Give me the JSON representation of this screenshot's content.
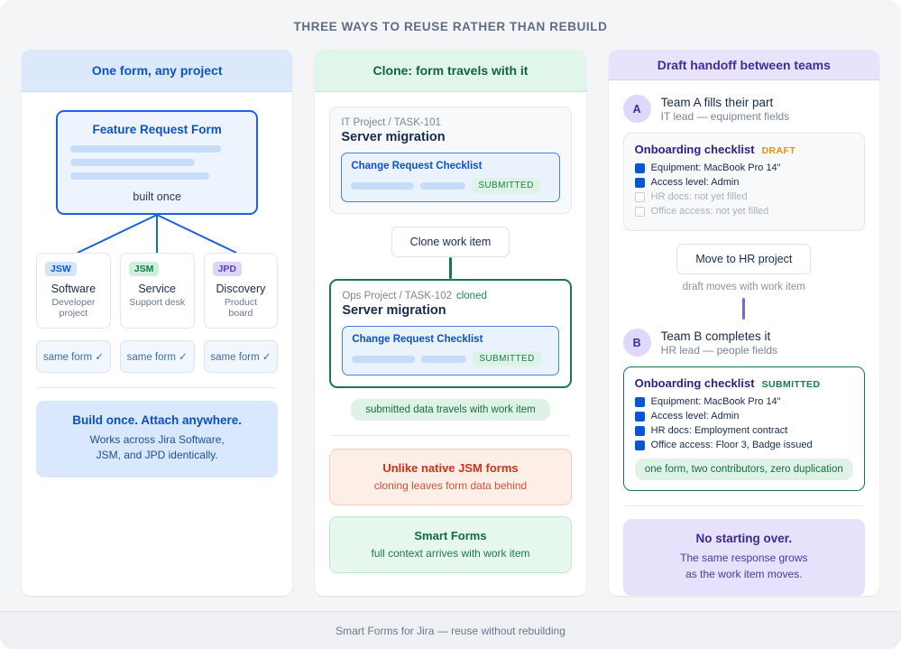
{
  "heading": "THREE WAYS TO REUSE RATHER THAN REBUILD",
  "footer": "Smart Forms for Jira — reuse without rebuilding",
  "columns": {
    "one": {
      "header": "One form, any project",
      "form": {
        "title": "Feature Request Form",
        "caption": "built once"
      },
      "projects": [
        {
          "tag": "JSW",
          "name": "Software",
          "desc": "Developer project"
        },
        {
          "tag": "JSM",
          "name": "Service",
          "desc": "Support desk"
        },
        {
          "tag": "JPD",
          "name": "Discovery",
          "desc": "Product board"
        }
      ],
      "same_form_chips": [
        "same form ✓",
        "same form ✓",
        "same form ✓"
      ],
      "summary": {
        "title": "Build once. Attach anywhere.",
        "line1": "Works across Jira Software,",
        "line2": "JSM, and JPD identically."
      }
    },
    "two": {
      "header": "Clone: form travels with it",
      "source": {
        "meta": "IT Project / TASK-101",
        "title": "Server migration",
        "form_title": "Change Request Checklist",
        "status": "SUBMITTED"
      },
      "step": "Clone work item",
      "clone": {
        "meta": "Ops Project / TASK-102",
        "flag": "cloned",
        "title": "Server migration",
        "form_title": "Change Request Checklist",
        "status": "SUBMITTED"
      },
      "note": "submitted data travels with work item",
      "callouts": [
        {
          "title": "Unlike native JSM forms",
          "body": "cloning leaves form data behind",
          "tone": "red"
        },
        {
          "title": "Smart Forms",
          "body": "full context arrives with work item",
          "tone": "green"
        }
      ]
    },
    "three": {
      "header": "Draft handoff between teams",
      "team_a": {
        "initial": "A",
        "name": "Team A fills their part",
        "role": "IT lead — equipment fields"
      },
      "draft_card": {
        "title": "Onboarding checklist",
        "status": "DRAFT",
        "items": [
          {
            "text": "Equipment: MacBook Pro 14\"",
            "checked": true
          },
          {
            "text": "Access level: Admin",
            "checked": true
          },
          {
            "text": "HR docs: not yet filled",
            "checked": false
          },
          {
            "text": "Office access: not yet filled",
            "checked": false
          }
        ]
      },
      "step": "Move to HR project",
      "hint": "draft moves with work item",
      "team_b": {
        "initial": "B",
        "name": "Team B completes it",
        "role": "HR lead — people fields"
      },
      "done_card": {
        "title": "Onboarding checklist",
        "status": "SUBMITTED",
        "items": [
          {
            "text": "Equipment: MacBook Pro 14\"",
            "checked": true
          },
          {
            "text": "Access level: Admin",
            "checked": true
          },
          {
            "text": "HR docs: Employment contract",
            "checked": true
          },
          {
            "text": "Office access: Floor 3, Badge issued",
            "checked": true
          }
        ],
        "note": "one form, two contributors, zero duplication"
      },
      "summary": {
        "title": "No starting over.",
        "line1": "The same response grows",
        "line2": "as the work item moves."
      }
    }
  },
  "colors": {
    "blue": "#0b52cb",
    "green": "#17794b",
    "purple": "#402b9c",
    "red": "#c9341a",
    "amber": "#e59400"
  }
}
